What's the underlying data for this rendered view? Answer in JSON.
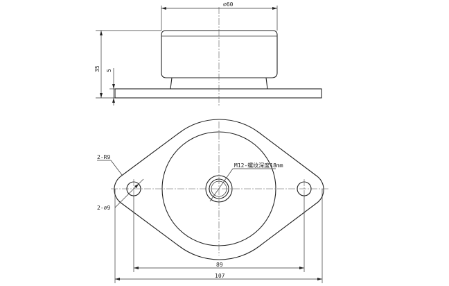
{
  "drawing": {
    "dim_diameter_top": "∅60",
    "dim_height_total": "35",
    "dim_flange_thickness": "5",
    "label_holes_radius": "2-R9",
    "label_holes_diameter": "2-∅9",
    "label_thread": "M12-螺纹深度18mm",
    "dim_hole_spacing": "89",
    "dim_overall_length": "107"
  }
}
